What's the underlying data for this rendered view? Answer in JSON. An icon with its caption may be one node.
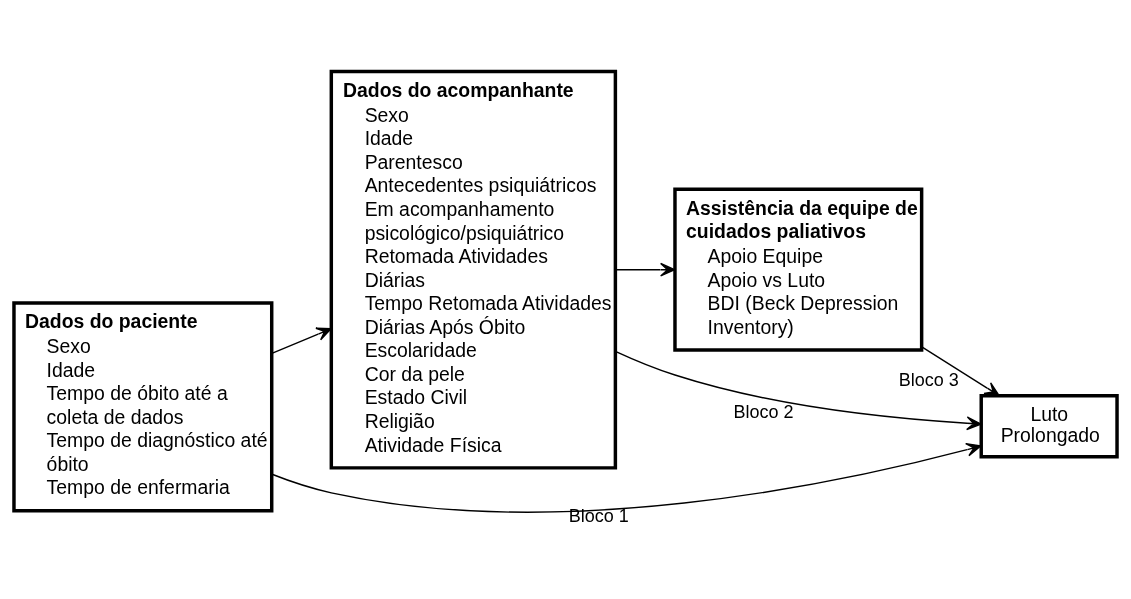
{
  "diagram": {
    "nodes": [
      {
        "text": [
          "Dados do paciente",
          "Sexo",
          "Idade",
          "Tempo de óbito até a coleta de dados",
          "Tempo de diagnóstico até óbito",
          "Tempo de enfermaria"
        ]
      },
      {
        "text": [
          "Dados do acompanhante",
          "Sexo",
          "Idade",
          "Parentesco",
          "Antecedentes psiquiátricos",
          "Em acompanhamento psicológico/psiquiátrico",
          "Retomada Atividades Diárias",
          "Tempo Retomada Atividades Diárias Após Óbito",
          "Escolaridade",
          "Cor da pele",
          "Estado Civil",
          "Religião",
          "Atividade Física"
        ]
      },
      {
        "text": [
          "Assistência da equipe de cuidados paliativos",
          "Apoio Equipe",
          "Apoio vs Luto",
          "BDI (Beck Depression Inventory)"
        ]
      },
      {
        "text": [
          "Luto Prolongado"
        ]
      }
    ],
    "edges": [
      {
        "from": 0,
        "to": 1,
        "arrow": "to"
      },
      {
        "from": 1,
        "to": 2,
        "arrow": "to"
      },
      {
        "from": 0,
        "to": 3,
        "arrow": "to",
        "label": "Bloco 1"
      },
      {
        "from": 1,
        "to": 3,
        "arrow": "to",
        "label": "Bloco 2"
      },
      {
        "from": 2,
        "to": 3,
        "arrow": "to",
        "label": "Bloco 3"
      }
    ]
  }
}
